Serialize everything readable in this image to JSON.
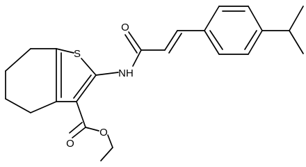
{
  "colors": {
    "background": "#ffffff",
    "ink": "#000000"
  },
  "molecule": {
    "atoms": {
      "sulfur": "S",
      "amide_nitrogen": "NH",
      "amide_oxygen": "O",
      "ester_carbonyl_oxygen": "O",
      "ester_ether_oxygen": "O"
    }
  }
}
